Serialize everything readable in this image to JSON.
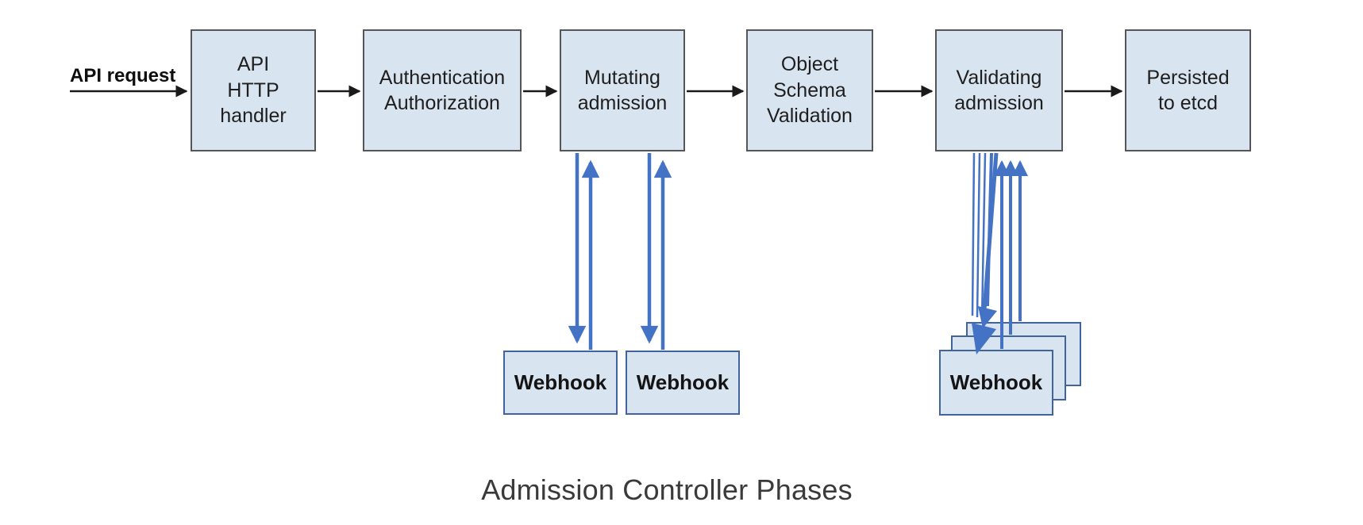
{
  "diagram": {
    "caption": "Admission Controller Phases",
    "input_label": "API request",
    "phases": [
      {
        "label": "API\nHTTP\nhandler"
      },
      {
        "label": "Authentication\nAuthorization"
      },
      {
        "label": "Mutating\nadmission"
      },
      {
        "label": "Object\nSchema\nValidation"
      },
      {
        "label": "Validating\nadmission"
      },
      {
        "label": "Persisted\nto etcd"
      }
    ],
    "mutating_webhooks": [
      {
        "label": "Webhook"
      },
      {
        "label": "Webhook"
      }
    ],
    "validating_webhooks": [
      {
        "label": "Webhook"
      }
    ],
    "colors": {
      "box_fill": "#d9e4f1",
      "phase_border": "#55565a",
      "webhook_border": "#41649c",
      "webhook_arrow_blue": "#4472c4",
      "flow_arrow_black": "#1a1a1a",
      "caption_text": "#3a3a3a"
    }
  }
}
